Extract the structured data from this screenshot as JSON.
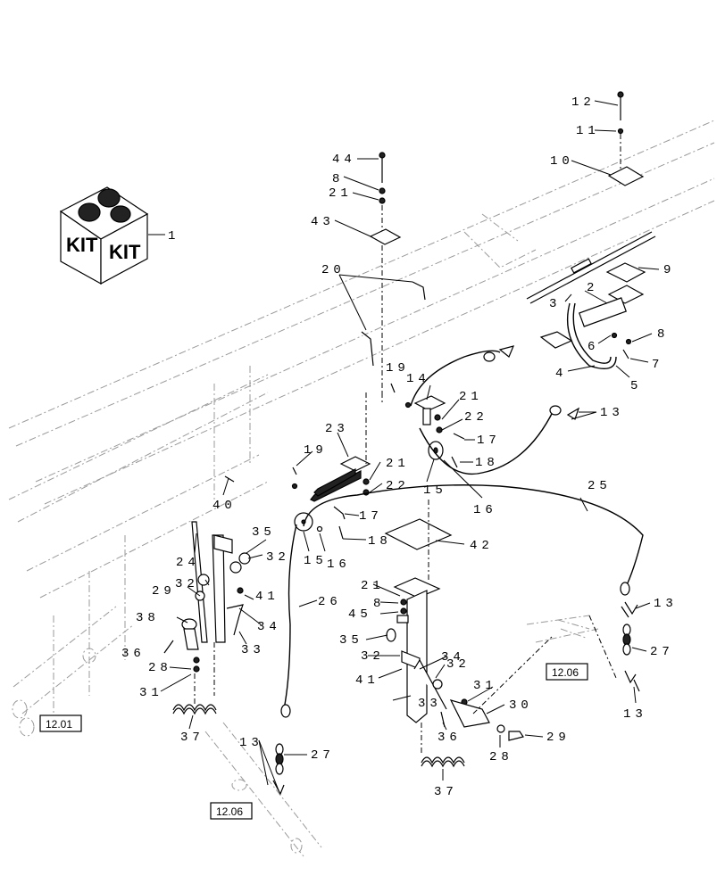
{
  "callouts": [
    {
      "id": "c1",
      "text": "1"
    },
    {
      "id": "c2",
      "text": "2"
    },
    {
      "id": "c3",
      "text": "3"
    },
    {
      "id": "c4",
      "text": "4"
    },
    {
      "id": "c5",
      "text": "5"
    },
    {
      "id": "c6",
      "text": "6"
    },
    {
      "id": "c7",
      "text": "7"
    },
    {
      "id": "c8a",
      "text": "8"
    },
    {
      "id": "c8b",
      "text": "8"
    },
    {
      "id": "c8c",
      "text": "8"
    },
    {
      "id": "c9",
      "text": "9"
    },
    {
      "id": "c10",
      "text": "10"
    },
    {
      "id": "c11",
      "text": "11"
    },
    {
      "id": "c12",
      "text": "12"
    },
    {
      "id": "c13a",
      "text": "13"
    },
    {
      "id": "c13b",
      "text": "13"
    },
    {
      "id": "c13c",
      "text": "13"
    },
    {
      "id": "c13d",
      "text": "13"
    },
    {
      "id": "c14",
      "text": "14"
    },
    {
      "id": "c15a",
      "text": "15"
    },
    {
      "id": "c15b",
      "text": "15"
    },
    {
      "id": "c16a",
      "text": "16"
    },
    {
      "id": "c16b",
      "text": "16"
    },
    {
      "id": "c17a",
      "text": "17"
    },
    {
      "id": "c17b",
      "text": "17"
    },
    {
      "id": "c18a",
      "text": "18"
    },
    {
      "id": "c18b",
      "text": "18"
    },
    {
      "id": "c19a",
      "text": "19"
    },
    {
      "id": "c19b",
      "text": "19"
    },
    {
      "id": "c20",
      "text": "20"
    },
    {
      "id": "c21a",
      "text": "21"
    },
    {
      "id": "c21b",
      "text": "21"
    },
    {
      "id": "c21c",
      "text": "21"
    },
    {
      "id": "c21d",
      "text": "21"
    },
    {
      "id": "c22a",
      "text": "22"
    },
    {
      "id": "c22b",
      "text": "22"
    },
    {
      "id": "c23",
      "text": "23"
    },
    {
      "id": "c24",
      "text": "24"
    },
    {
      "id": "c25",
      "text": "25"
    },
    {
      "id": "c26",
      "text": "26"
    },
    {
      "id": "c27a",
      "text": "27"
    },
    {
      "id": "c27b",
      "text": "27"
    },
    {
      "id": "c28a",
      "text": "28"
    },
    {
      "id": "c28b",
      "text": "28"
    },
    {
      "id": "c29a",
      "text": "29"
    },
    {
      "id": "c29b",
      "text": "29"
    },
    {
      "id": "c30",
      "text": "30"
    },
    {
      "id": "c31a",
      "text": "31"
    },
    {
      "id": "c31b",
      "text": "31"
    },
    {
      "id": "c32a",
      "text": "32"
    },
    {
      "id": "c32b",
      "text": "32"
    },
    {
      "id": "c32c",
      "text": "32"
    },
    {
      "id": "c32d",
      "text": "32"
    },
    {
      "id": "c33a",
      "text": "33"
    },
    {
      "id": "c33b",
      "text": "33"
    },
    {
      "id": "c34a",
      "text": "34"
    },
    {
      "id": "c34b",
      "text": "34"
    },
    {
      "id": "c35a",
      "text": "35"
    },
    {
      "id": "c35b",
      "text": "35"
    },
    {
      "id": "c36a",
      "text": "36"
    },
    {
      "id": "c36b",
      "text": "36"
    },
    {
      "id": "c37a",
      "text": "37"
    },
    {
      "id": "c37b",
      "text": "37"
    },
    {
      "id": "c38",
      "text": "38"
    },
    {
      "id": "c40",
      "text": "40"
    },
    {
      "id": "c41a",
      "text": "41"
    },
    {
      "id": "c41b",
      "text": "41"
    },
    {
      "id": "c42",
      "text": "42"
    },
    {
      "id": "c43",
      "text": "43"
    },
    {
      "id": "c44",
      "text": "44"
    },
    {
      "id": "c45",
      "text": "45"
    }
  ],
  "kit": {
    "label_left": "KIT",
    "label_right": "KIT"
  },
  "page_refs": [
    {
      "id": "r1",
      "text": "12.01"
    },
    {
      "id": "r2",
      "text": "12.06"
    },
    {
      "id": "r3",
      "text": "12.06"
    }
  ]
}
